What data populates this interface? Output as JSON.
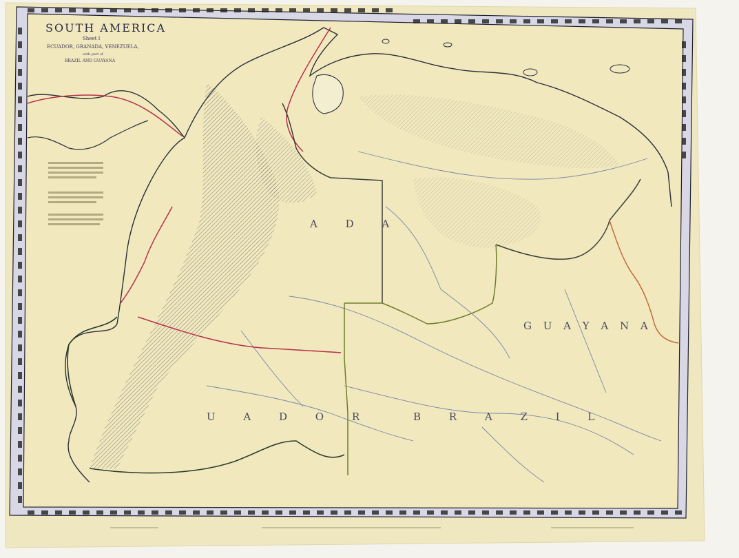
{
  "map": {
    "title": "SOUTH AMERICA",
    "sheet": "Sheet I",
    "subtitle": "ECUADOR, GRANADA, VENEZUELA,",
    "subtitle_part": "with part of",
    "subtitle2": "BRAZIL AND GUAYANA",
    "region_labels": {
      "granada": "A D A",
      "ecuador": "U A D O R",
      "brazil": "B R A Z I L",
      "guayana": "G U A Y A N A"
    }
  },
  "colors": {
    "paper": "#efe7c0",
    "border": "#1f1f2e",
    "frame_fill": "#d8d7e6",
    "granada_boundary": "#b8314a",
    "brazil_boundary": "#6f7d2a",
    "ecuador_boundary": "#2e3d2c",
    "venezuela_boundary": "#3b3f3a",
    "guayana_boundary": "#c26a3a",
    "mountains": "#5a5a5a",
    "rivers": "#7a86a6",
    "coastline": "#2b2f3a"
  }
}
